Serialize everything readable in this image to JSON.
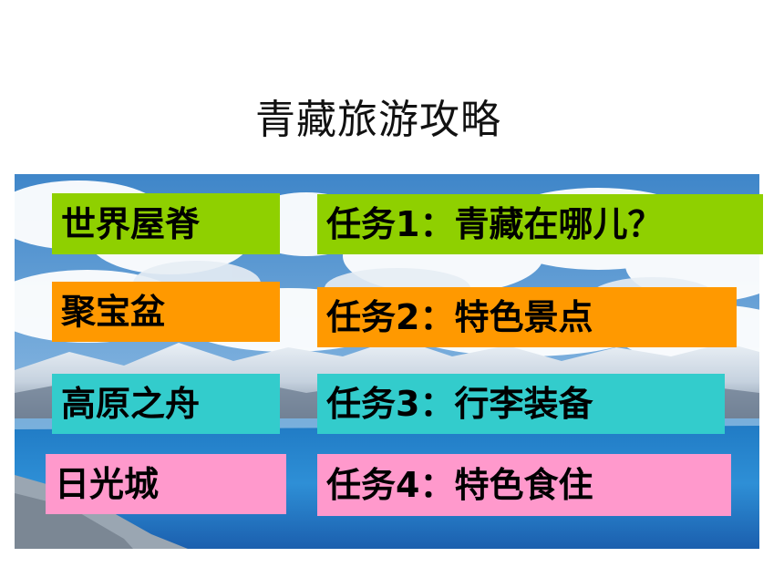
{
  "title": "青藏旅游攻略",
  "colors": {
    "green": "#8fd000",
    "orange": "#ff9900",
    "teal": "#33cccc",
    "pink": "#ff99cc"
  },
  "left_boxes": [
    {
      "label": "世界屋脊",
      "color": "green"
    },
    {
      "label": "聚宝盆",
      "color": "orange"
    },
    {
      "label": "高原之舟",
      "color": "teal"
    },
    {
      "label": "日光城",
      "color": "pink"
    }
  ],
  "right_boxes": [
    {
      "label": "任务1：青藏在哪儿？",
      "color": "green"
    },
    {
      "label": "任务2：特色景点",
      "color": "orange"
    },
    {
      "label": "任务3：行李装备",
      "color": "teal"
    },
    {
      "label": "任务4：特色食住",
      "color": "pink"
    }
  ]
}
